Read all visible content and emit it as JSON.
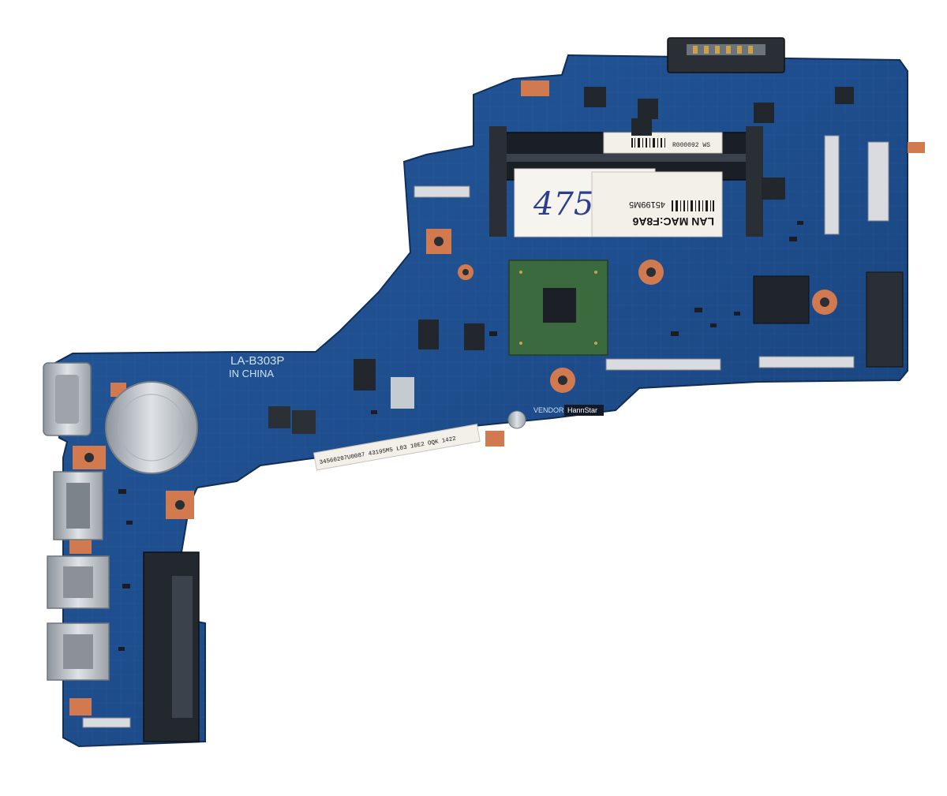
{
  "image": {
    "board_silkscreen": "LA-B303P",
    "board_silkscreen_country": "IN CHINA",
    "handwritten_label": "475",
    "mac_label_title": "LAN MAC:F8A6",
    "mac_label_code": "45199M5",
    "vendor_label": "VENDOR",
    "vendor_badge": "HannStar",
    "serial_sticker": "34560207U0087 43195M5 L03 10E2 OQK 1422",
    "top_sticker_code": "R000092 WS"
  },
  "colors": {
    "pcb": "#1e4d8c",
    "pcb_dark": "#163c6e",
    "copper_pad": "#d27a4f",
    "chip": "#222a33",
    "connector_metal": "#b9bec4",
    "label_paper": "#f3f0ea"
  }
}
